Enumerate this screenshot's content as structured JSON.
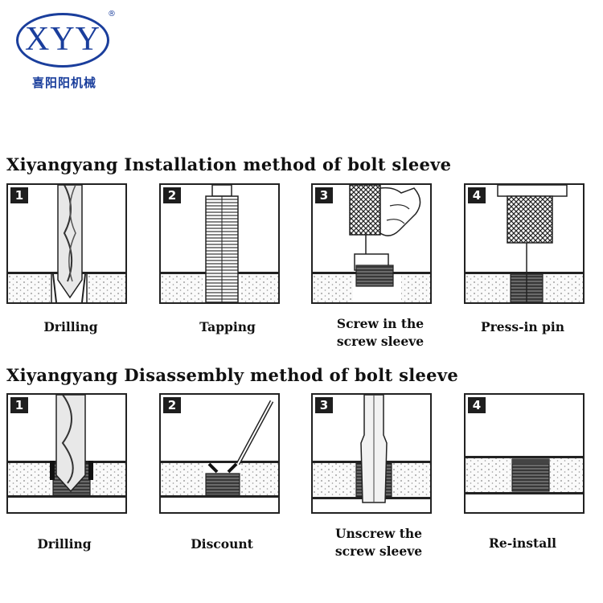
{
  "logo": {
    "mark": "XYY",
    "registered": "®",
    "subtitle": "喜阳阳机械"
  },
  "installation": {
    "title": "Xiyangyang Installation method of bolt sleeve",
    "steps": [
      {
        "number": "1",
        "caption_line1": "Drilling",
        "caption_line2": ""
      },
      {
        "number": "2",
        "caption_line1": "Tapping",
        "caption_line2": ""
      },
      {
        "number": "3",
        "caption_line1": "Screw in the",
        "caption_line2": "screw sleeve"
      },
      {
        "number": "4",
        "caption_line1": "Press-in pin",
        "caption_line2": ""
      }
    ]
  },
  "disassembly": {
    "title": "Xiyangyang Disassembly method of bolt sleeve",
    "steps": [
      {
        "number": "1",
        "caption_line1": "Drilling",
        "caption_line2": ""
      },
      {
        "number": "2",
        "caption_line1": "Discount",
        "caption_line2": ""
      },
      {
        "number": "3",
        "caption_line1": "Unscrew the",
        "caption_line2": "screw sleeve"
      },
      {
        "number": "4",
        "caption_line1": "Re-install",
        "caption_line2": ""
      }
    ]
  },
  "colors": {
    "logo_blue": "#1a3e9c",
    "line": "#222222",
    "badge": "#1e1e1e",
    "material_dots": "#888888"
  }
}
